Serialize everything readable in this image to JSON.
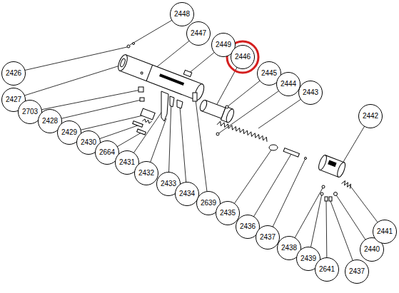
{
  "diagram": {
    "nodes": [
      {
        "text": [
          "2448"
        ]
      },
      {
        "text": [
          "2447"
        ]
      },
      {
        "text": [
          "2449"
        ]
      },
      {
        "text": [
          "2446"
        ]
      },
      {
        "text": [
          "2445"
        ]
      },
      {
        "text": [
          "2444"
        ]
      },
      {
        "text": [
          "2443"
        ]
      },
      {
        "text": [
          "2442"
        ]
      },
      {
        "text": [
          "2426"
        ]
      },
      {
        "text": [
          "2427"
        ]
      },
      {
        "text": [
          "2703"
        ]
      },
      {
        "text": [
          "2428"
        ]
      },
      {
        "text": [
          "2429"
        ]
      },
      {
        "text": [
          "2430"
        ]
      },
      {
        "text": [
          "2664"
        ]
      },
      {
        "text": [
          "2431"
        ]
      },
      {
        "text": [
          "2432"
        ]
      },
      {
        "text": [
          "2433"
        ]
      },
      {
        "text": [
          "2434"
        ]
      },
      {
        "text": [
          "2639"
        ]
      },
      {
        "text": [
          "2435"
        ]
      },
      {
        "text": [
          "2436"
        ]
      },
      {
        "text": [
          "2437"
        ]
      },
      {
        "text": [
          "2438"
        ]
      },
      {
        "text": [
          "2439"
        ]
      },
      {
        "text": [
          "2641"
        ]
      },
      {
        "text": [
          "2437"
        ]
      },
      {
        "text": [
          "2440"
        ]
      },
      {
        "text": [
          "2441"
        ]
      }
    ]
  }
}
